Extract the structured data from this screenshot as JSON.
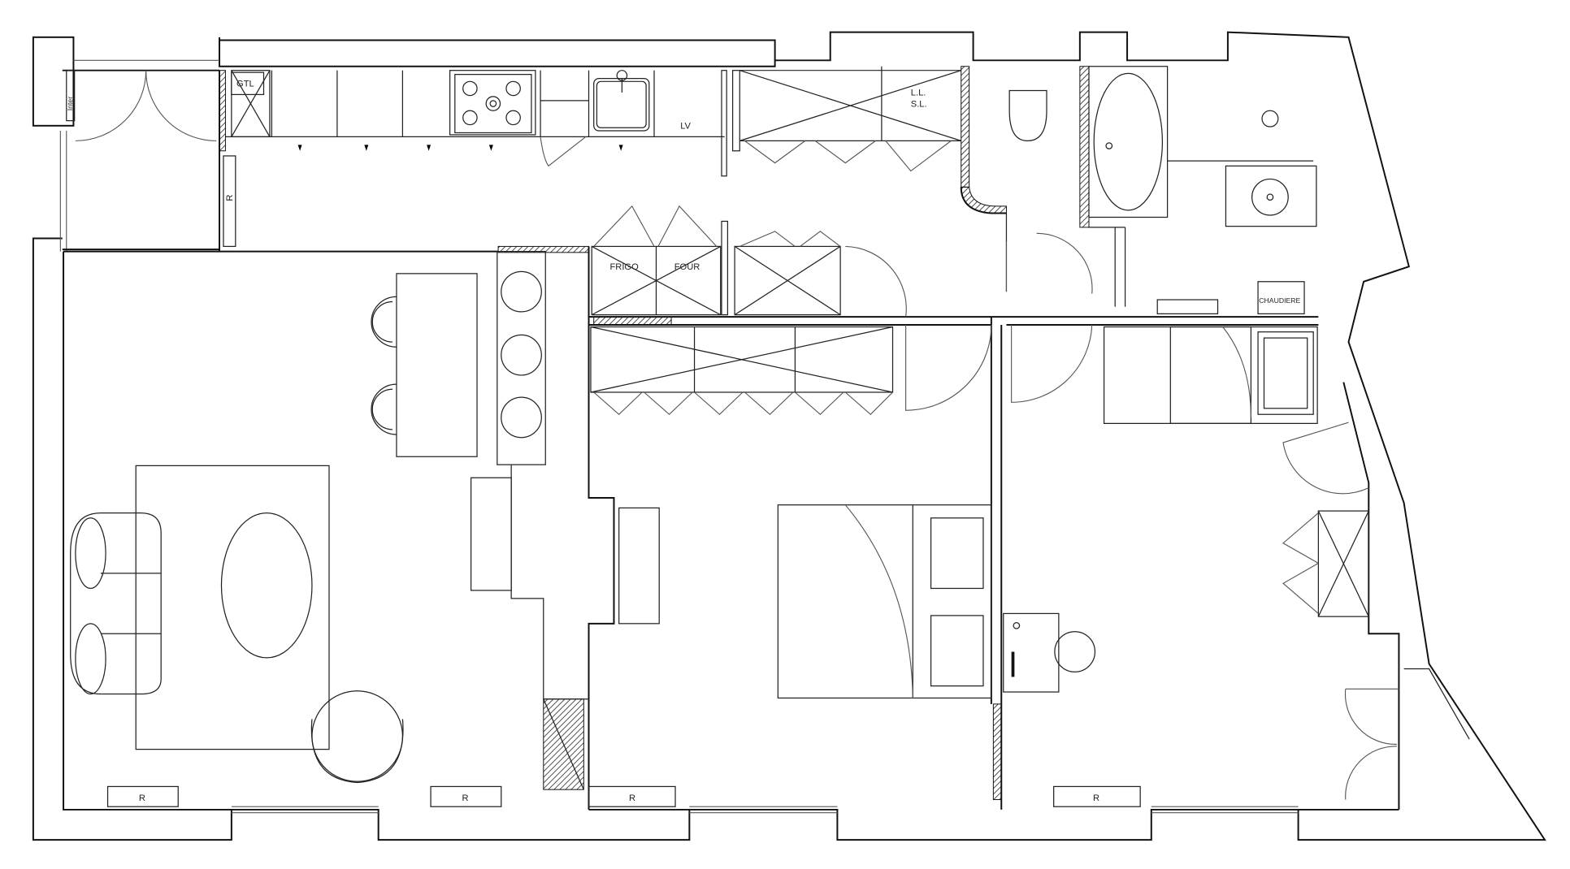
{
  "plan": {
    "labels": {
      "gtl": "GTL",
      "inter": "Inter",
      "lv": "LV",
      "ll": "L.L.",
      "sl": "S.L.",
      "frigo": "FRIGO",
      "four": "FOUR",
      "chaudiere": "CHAUDIERE",
      "radiators": [
        "R",
        "R",
        "R",
        "R",
        "R"
      ]
    }
  }
}
